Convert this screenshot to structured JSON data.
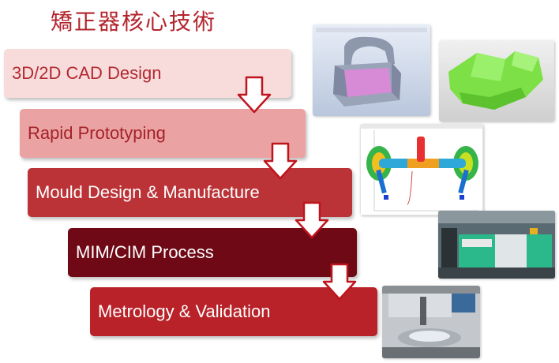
{
  "title": "矯正器核心技術",
  "steps": [
    {
      "label": "3D/2D CAD Design"
    },
    {
      "label": "Rapid Prototyping"
    },
    {
      "label": "Mould Design & Manufacture"
    },
    {
      "label": "MIM/CIM Process"
    },
    {
      "label": "Metrology & Validation"
    }
  ],
  "colors": {
    "title": "#b3242c",
    "step1": "#f8dcdc",
    "step2": "#eba2a2",
    "step3": "#bb3337",
    "step4": "#6e0915",
    "step5": "#b82228",
    "arrow_stroke": "#c0141c"
  },
  "photos": [
    {
      "name": "cad-bracket-render"
    },
    {
      "name": "green-prototype-photo"
    },
    {
      "name": "mould-flow-simulation"
    },
    {
      "name": "injection-machine-photo"
    },
    {
      "name": "metrology-instrument-photo"
    }
  ]
}
